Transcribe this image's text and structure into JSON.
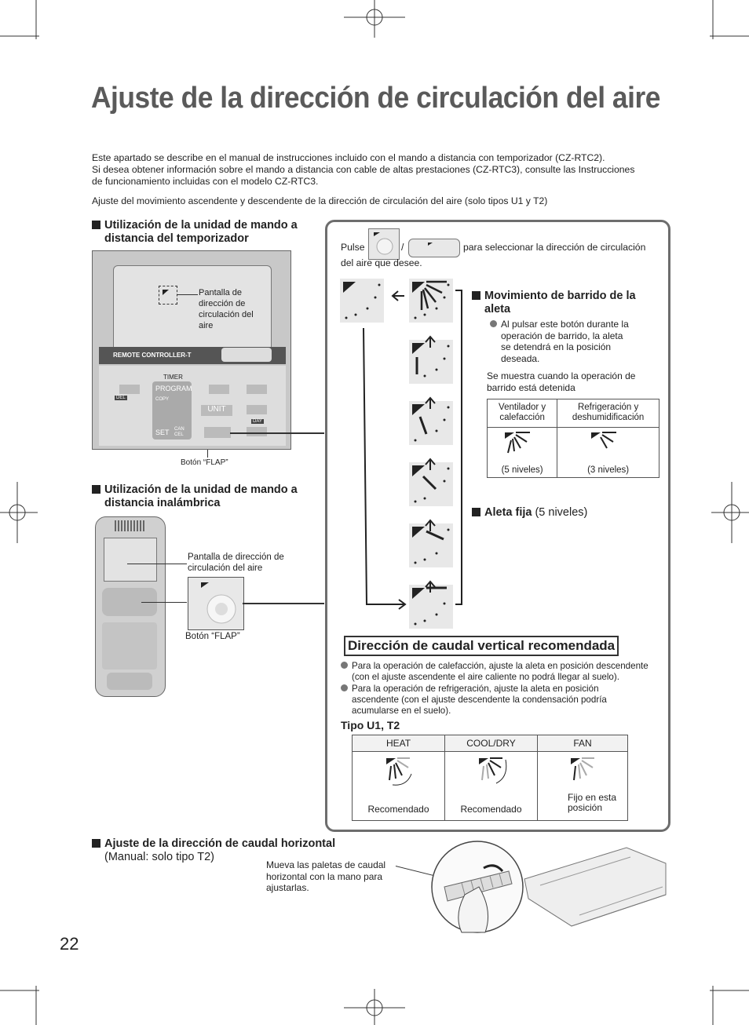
{
  "page": {
    "title": "Ajuste de la dirección de circulación del aire",
    "intro_1": "Este apartado se describe en el manual de instrucciones incluido con el mando a distancia con temporizador (CZ-RTC2).",
    "intro_2": "Si desea obtener información sobre el mando a distancia con cable de altas prestaciones (CZ-RTC3), consulte las Instrucciones",
    "intro_3": "de funcionamiento incluidas con el modelo CZ-RTC3.",
    "intro_4": "Ajuste del movimiento ascendente y descendente de la dirección de circulación del aire (solo tipos U1 y T2)",
    "page_number": "22"
  },
  "left": {
    "timer_heading_1": "Utilización de la unidad de mando a",
    "timer_heading_2": "distancia del temporizador",
    "timer_screen_label": "Pantalla de dirección de circulación del aire",
    "timer_brand": "REMOTE CONTROLLER-T",
    "timer_label": "TIMER",
    "timer_buttons": [
      "PROGRAM",
      "COPY",
      "UNIT",
      "SET",
      "CAN CEL",
      "DEL",
      "DAY"
    ],
    "timer_flap_caption": "Botón “FLAP”",
    "wireless_heading_1": "Utilización de la unidad de mando a",
    "wireless_heading_2": "distancia inalámbrica",
    "wireless_screen_label_1": "Pantalla de dirección de",
    "wireless_screen_label_2": "circulación del aire",
    "wireless_flap_caption": "Botón “FLAP”"
  },
  "panel": {
    "pulse_text": "Pulse",
    "slash": "/",
    "select_text": "para seleccionar la dirección de circulación",
    "select_text_2": "del aire que desee.",
    "swing_heading_1": "Movimiento de barrido de la",
    "swing_heading_2": "aleta",
    "swing_note_1": "Al pulsar este botón durante la",
    "swing_note_2": "operación de barrido, la aleta",
    "swing_note_3": "se detendrá en la posición",
    "swing_note_4": "deseada.",
    "stopped_note_1": "Se muestra cuando la operación de",
    "stopped_note_2": "barrido está detenida",
    "table_headers": [
      "Ventilador y calefacción",
      "Refrigeración y deshumidificación"
    ],
    "table_levels": [
      "(5 niveles)",
      "(3 niveles)"
    ],
    "fixed_label": "Aleta fija",
    "fixed_levels": "(5 niveles)",
    "recommended_title": "Dirección de caudal vertical recomendada",
    "rec_note_1a": "Para la operación de calefacción, ajuste la aleta en posición descendente",
    "rec_note_1b": "(con el ajuste ascendente el aire caliente no podrá llegar al suelo).",
    "rec_note_2a": "Para la operación de refrigeración, ajuste la aleta en posición",
    "rec_note_2b": "ascendente (con el ajuste descendente la condensación podría",
    "rec_note_2c": "acumularse en el suelo).",
    "type_label": "Tipo U1, T2",
    "modes": [
      "HEAT",
      "COOL/DRY",
      "FAN"
    ],
    "mode_notes": [
      "Recomendado",
      "Recomendado",
      "Fijo en esta posición"
    ]
  },
  "bottom": {
    "heading": "Ajuste de la dirección de caudal horizontal",
    "subheading": "(Manual: solo tipo T2)",
    "note_1": "Mueva las paletas de caudal",
    "note_2": "horizontal con la mano para",
    "note_3": "ajustarlas."
  },
  "icons": [
    "flap-display-icon",
    "flap-button-icon",
    "arrow-icon",
    "hand-icon",
    "ceiling-unit-icon"
  ]
}
